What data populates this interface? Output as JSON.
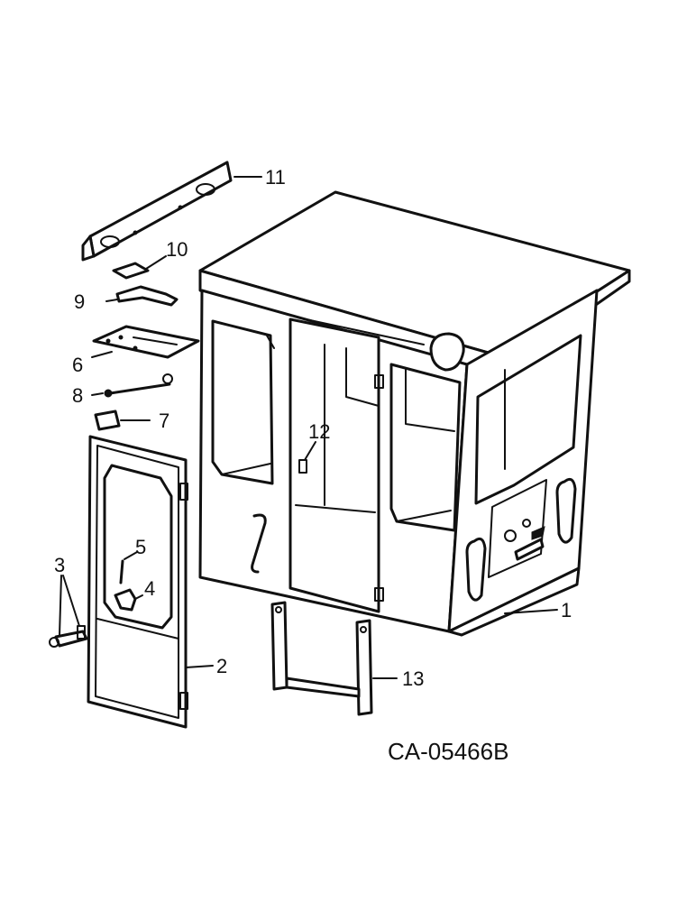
{
  "callouts": {
    "c1": "1",
    "c2": "2",
    "c3": "3",
    "c4": "4",
    "c5": "5",
    "c6": "6",
    "c7": "7",
    "c8": "8",
    "c9": "9",
    "c10": "10",
    "c11": "11",
    "c12": "12",
    "c13": "13"
  },
  "drawing_code": "CA-05466B"
}
